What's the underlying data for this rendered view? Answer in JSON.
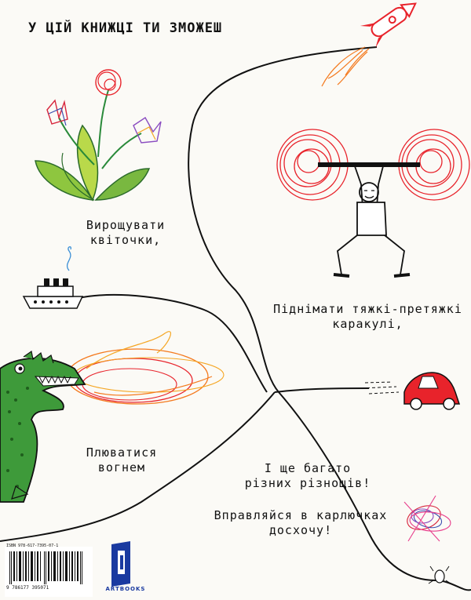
{
  "page": {
    "title": "У ЦІЙ КНИЖЦІ ТИ ЗМОЖЕШ"
  },
  "captions": {
    "flowers_line1": "Вирощувати",
    "flowers_line2": "квіточки,",
    "lifting_line1": "Піднімати тяжкі-претяжкі",
    "lifting_line2": "каракулі,",
    "fire_line1": "Плюватися",
    "fire_line2": "вогнем",
    "more_line1": "І ще багато",
    "more_line2": "різних різнощів!",
    "practice_line1": "Вправляйся в карлючках",
    "practice_line2": "досхочу!"
  },
  "back_matter": {
    "isbn": "ISBN 978-617-7395-07-1",
    "barcode_digits": "9 786177 395071",
    "publisher": "ARTBOOKS"
  },
  "colors": {
    "line": "#111111",
    "scribble_red": "#e8232b",
    "fire_orange": "#f47a1f",
    "dragon_green": "#2f8a2e",
    "leaf_green": "#7fbf3a",
    "publisher_blue": "#1a3aa0"
  },
  "icons": [
    "rocket-icon",
    "flower-icon",
    "ship-icon",
    "dragon-icon",
    "weightlifter-icon",
    "car-icon",
    "scribble-icon",
    "bug-icon",
    "publisher-logo-icon"
  ]
}
